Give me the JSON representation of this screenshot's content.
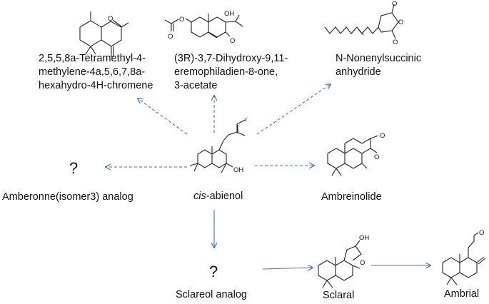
{
  "center": {
    "prefix": "cis",
    "suffix": "-abienol",
    "oh": "OH"
  },
  "products": {
    "chromene": {
      "lines": [
        "2,5,5,8a-Tetramethyl-4-",
        "methylene-4a,5,6,7,8a-",
        "hexahydro-4H-chromene"
      ],
      "atom": "O"
    },
    "eremophiladiene": {
      "lines": [
        "(3R)-3,7-Dihydroxy-9,11-",
        "eremophiladien-8-one,",
        "3-acetate"
      ],
      "atoms": [
        "O",
        "O",
        "OH",
        "O"
      ]
    },
    "anhydride": {
      "lines": [
        "N-Nonenylsuccinic",
        "anhydride"
      ],
      "atoms": [
        "O",
        "O",
        "O"
      ]
    },
    "amberonne": {
      "unknown": "?",
      "label": "Amberonne(isomer3) analog"
    },
    "ambreinolide": {
      "label": "Ambreinolide",
      "atoms": [
        "O",
        "O"
      ]
    },
    "sclareol": {
      "unknown": "?",
      "label": "Sclareol analog"
    },
    "sclaral": {
      "label": "Sclaral",
      "atoms": [
        "OH",
        "O"
      ]
    },
    "ambrial": {
      "label": "Ambrial",
      "atom": "O"
    }
  },
  "colors": {
    "arrow": "#4472c4",
    "bond": "#222222"
  }
}
